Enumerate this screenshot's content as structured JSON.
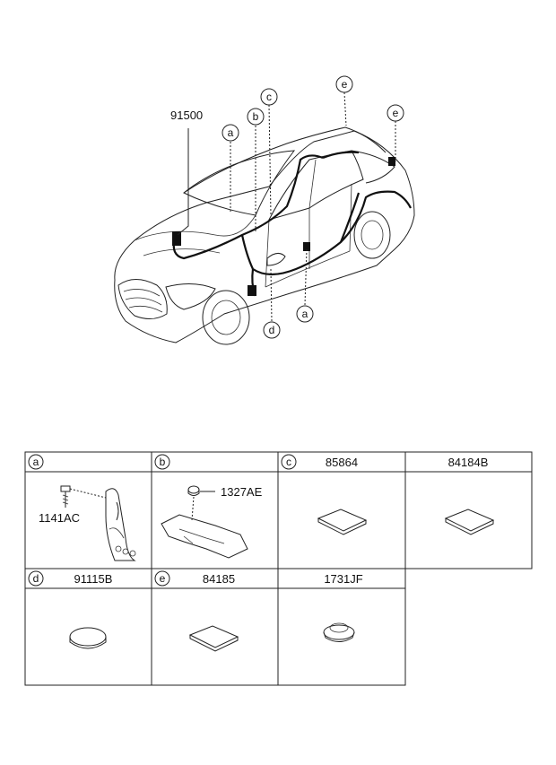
{
  "diagram": {
    "main_part_number": "91500",
    "callouts_top": [
      "a",
      "b",
      "c",
      "e",
      "e"
    ],
    "callouts_body": [
      "a",
      "d"
    ]
  },
  "parts_table": {
    "row1": [
      {
        "letter": "a",
        "part": "",
        "sub_label": "1141AC"
      },
      {
        "letter": "b",
        "part": "",
        "sub_label": "1327AE"
      },
      {
        "letter": "c",
        "part": "85864",
        "sub_label": ""
      },
      {
        "letter": "",
        "part": "84184B",
        "sub_label": ""
      }
    ],
    "row2": [
      {
        "letter": "d",
        "part": "91115B"
      },
      {
        "letter": "e",
        "part": "84185"
      },
      {
        "letter": "",
        "part": "1731JF"
      }
    ]
  }
}
